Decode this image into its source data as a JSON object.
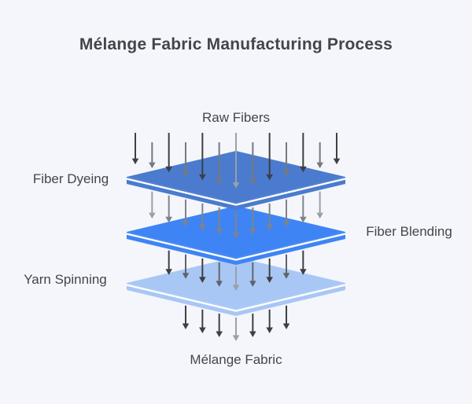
{
  "title": "Mélange Fabric Manufacturing Process",
  "flow": {
    "input_label": "Raw Fibers",
    "output_label": "Mélange Fabric",
    "stages": [
      {
        "label": "Fiber Dyeing",
        "label_side": "left",
        "layer_color": "#4a7bce"
      },
      {
        "label": "Fiber Blending",
        "label_side": "right",
        "layer_color": "#3e84f4"
      },
      {
        "label": "Yarn Spinning",
        "label_side": "left",
        "layer_color": "#a9c7f5"
      }
    ]
  },
  "colors": {
    "background": "#f4f6fb",
    "text": "#42464b",
    "layer_edge_highlight": "#ffffff",
    "arrow_dark": "#3c4043",
    "arrow_medium": "#74797f",
    "arrow_light": "#9aa0a6"
  }
}
